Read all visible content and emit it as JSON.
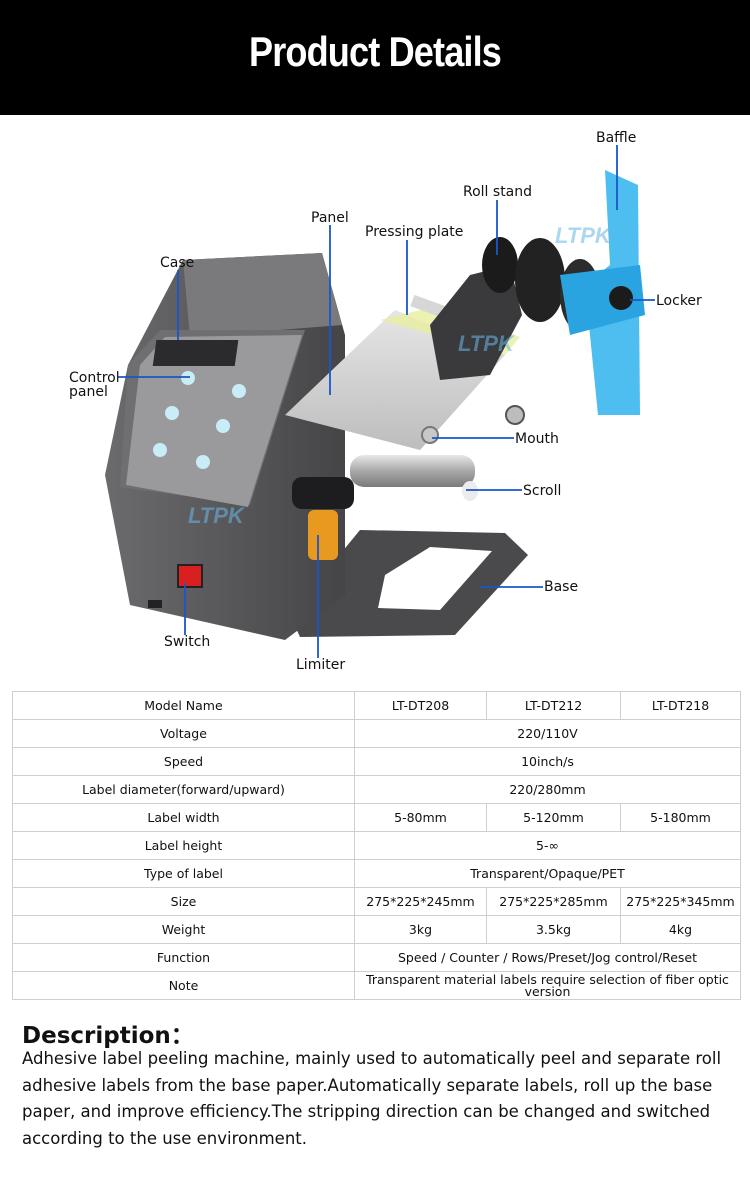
{
  "header": {
    "title": "Product Details"
  },
  "callouts": {
    "baffle": "Baffle",
    "roll_stand": "Roll stand",
    "panel": "Panel",
    "pressing_plate": "Pressing plate",
    "case": "Case",
    "control_panel_line1": "Control",
    "control_panel_line2": "panel",
    "locker": "Locker",
    "mouth": "Mouth",
    "scroll": "Scroll",
    "base": "Base",
    "switch": "Switch",
    "limiter": "Limiter"
  },
  "watermarks": [
    "LTPK",
    "LTPK",
    "LTPK"
  ],
  "spec_table": {
    "rows": [
      {
        "label": "Model Name",
        "values": [
          "LT-DT208",
          "LT-DT212",
          "LT-DT218"
        ]
      },
      {
        "label": "Voltage",
        "values": [
          "220/110V"
        ]
      },
      {
        "label": "Speed",
        "values": [
          "10inch/s"
        ]
      },
      {
        "label": "Label diameter(forward/upward)",
        "values": [
          "220/280mm"
        ]
      },
      {
        "label": "Label width",
        "values": [
          "5-80mm",
          "5-120mm",
          "5-180mm"
        ]
      },
      {
        "label": "Label height",
        "values": [
          "5-∞"
        ]
      },
      {
        "label": "Type of label",
        "values": [
          "Transparent/Opaque/PET"
        ]
      },
      {
        "label": "Size",
        "values": [
          "275*225*245mm",
          "275*225*285mm",
          "275*225*345mm"
        ]
      },
      {
        "label": "Weight",
        "values": [
          "3kg",
          "3.5kg",
          "4kg"
        ]
      },
      {
        "label": "Function",
        "values": [
          "Speed / Counter / Rows/Preset/Jog control/Reset"
        ]
      },
      {
        "label": "Note",
        "values": [
          "Transparent material labels require selection of fiber optic version"
        ]
      }
    ]
  },
  "description": {
    "heading": "Description：",
    "body": "Adhesive label peeling machine, mainly used to automatically peel and separate roll adhesive labels from the base paper.Automatically separate labels, roll up the base paper, and improve efficiency.The stripping direction can be changed and switched according to the use environment."
  },
  "colors": {
    "header_bg": "#000000",
    "callout_line": "#1a56c9",
    "baffle_blue": "#3bb6ee",
    "machine_gray": "#5b5b5e"
  }
}
